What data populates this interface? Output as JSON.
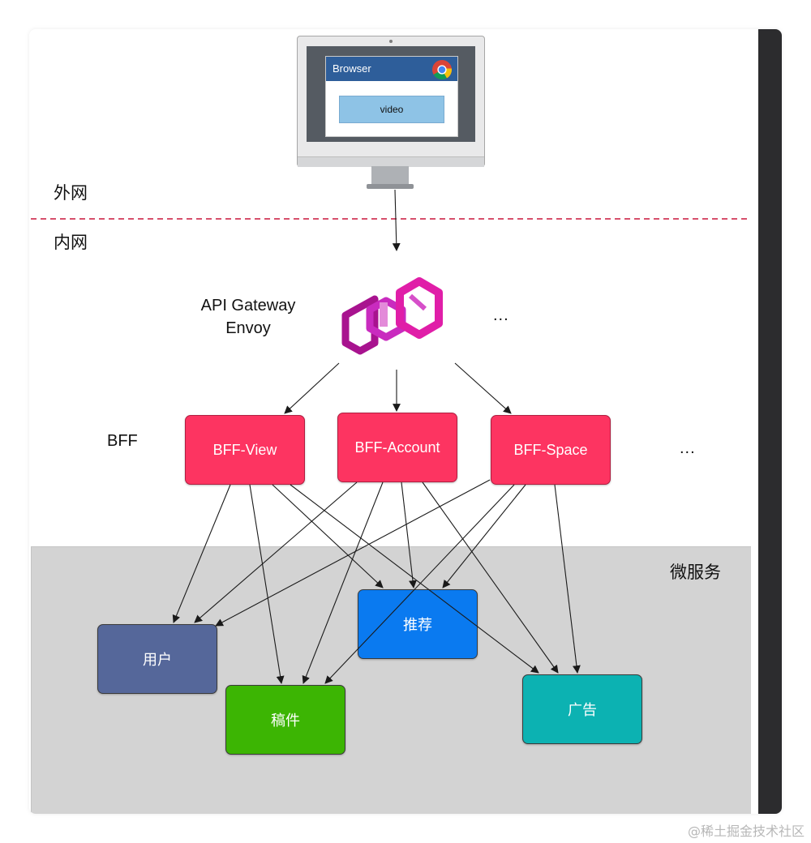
{
  "zones": {
    "outer_label": "外网",
    "inner_label": "内网",
    "microservices_label": "微服务"
  },
  "client": {
    "browser_title": "Browser",
    "video_label": "video",
    "browser_icon": "chrome-icon"
  },
  "gateway": {
    "line1": "API Gateway",
    "line2": "Envoy",
    "ellipsis": "...",
    "logo_icon": "envoy-logo-icon"
  },
  "bff": {
    "label": "BFF",
    "ellipsis": "...",
    "nodes": [
      "BFF-View",
      "BFF-Account",
      "BFF-Space"
    ]
  },
  "services": {
    "user": "用户",
    "manuscript": "稿件",
    "recommend": "推荐",
    "ads": "广告"
  },
  "colors": {
    "bff": "#fd3461",
    "user": "#55679a",
    "manuscript": "#3cb503",
    "recommend": "#0a7af0",
    "ads": "#0cb2b2",
    "boundary": "#c9163b",
    "envoy": "#d11ab0"
  },
  "watermark": "@稀土掘金技术社区"
}
